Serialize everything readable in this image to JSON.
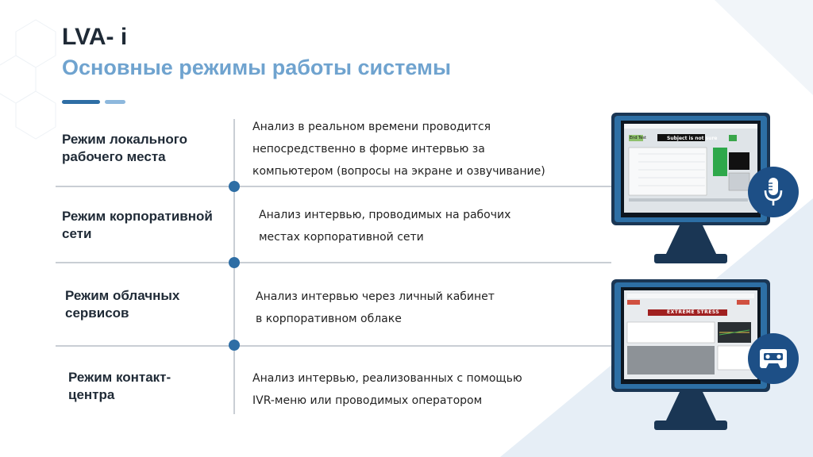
{
  "header": {
    "title": "LVA- i",
    "subtitle": "Основные режимы работы системы"
  },
  "colors": {
    "accent_dark": "#2e6ea5",
    "accent_light": "#6fa3cf",
    "badge": "#1d4f86"
  },
  "modes": [
    {
      "title": "Режим локального рабочего места",
      "desc_lines": [
        "Анализ в  реальном времени проводится",
        "непосредственно в форме интервью за",
        "компьютером (вопросы на экране и озвучивание)"
      ]
    },
    {
      "title": "Режим корпоративной сети",
      "desc_lines": [
        "Анализ интервью, проводимых на рабочих",
        "местах корпоративной сети"
      ]
    },
    {
      "title": "Режим облачных сервисов",
      "desc_lines": [
        "Анализ интервью через личный кабинет",
        "в корпоративном облаке"
      ]
    },
    {
      "title": "Режим контакт-центра",
      "desc_lines": [
        "Анализ интервью, реализованных с помощью",
        "IVR-меню или проводимых оператором"
      ]
    }
  ],
  "monitors": {
    "top": {
      "banner": "Subject is not sure",
      "button": "End Test",
      "icon": "microphone-icon"
    },
    "bottom": {
      "banner": "EXTREME STRESS",
      "icon": "cassette-icon"
    }
  }
}
